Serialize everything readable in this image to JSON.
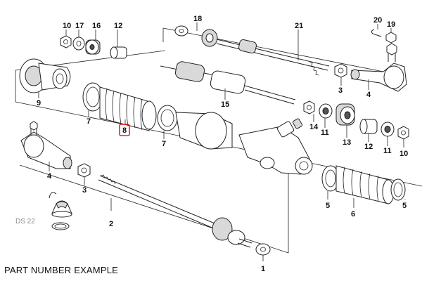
{
  "caption": "PART NUMBER EXAMPLE",
  "diagram_tag": "DS 22",
  "selected_part": "8",
  "highlight_color": "#e2261f",
  "labels": {
    "p10_top": "10",
    "p17": "17",
    "p16": "16",
    "p12_top": "12",
    "p18": "18",
    "p21": "21",
    "p20": "20",
    "p19": "19",
    "p9": "9",
    "p3_right": "3",
    "p4_right": "4",
    "p7_left": "7",
    "p8": "8",
    "p7_mid": "7",
    "p15": "15",
    "p14": "14",
    "p11_mid": "11",
    "p13": "13",
    "p12_right": "12",
    "p11_right": "11",
    "p10_right": "10",
    "p4_left": "4",
    "p3_left": "3",
    "p2": "2",
    "p1": "1",
    "p5_left": "5",
    "p6": "6",
    "p5_right": "5"
  }
}
